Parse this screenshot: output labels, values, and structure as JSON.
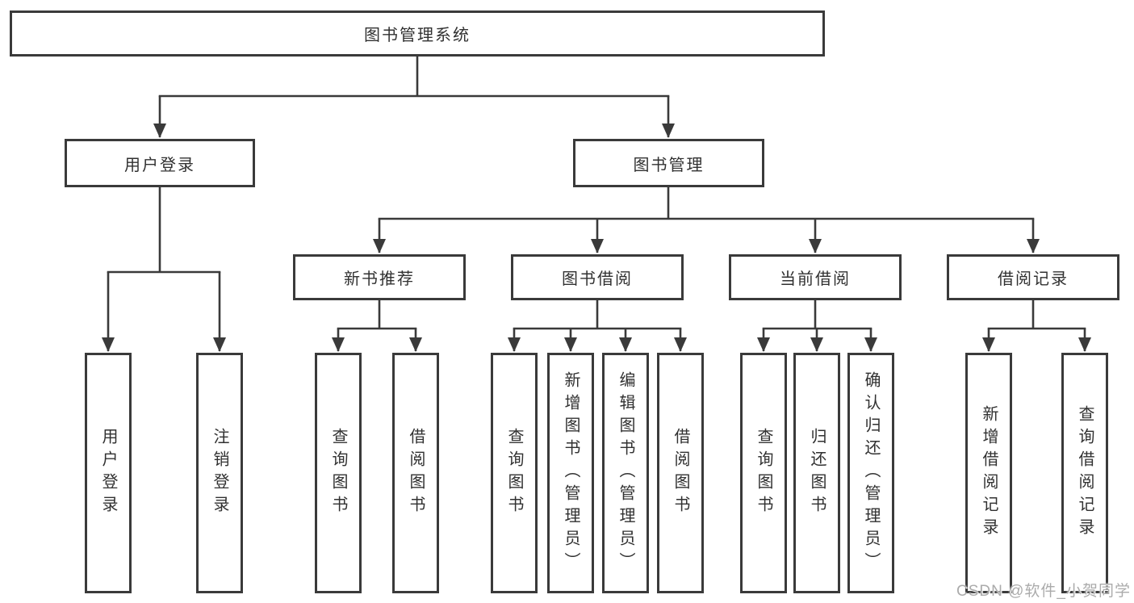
{
  "diagram": {
    "title_node": {
      "label": "图书管理系统"
    },
    "level2": [
      {
        "label": "用户登录"
      },
      {
        "label": "图书管理"
      }
    ],
    "level3": [
      {
        "label": "新书推荐"
      },
      {
        "label": "图书借阅"
      },
      {
        "label": "当前借阅"
      },
      {
        "label": "借阅记录"
      }
    ],
    "leaves": [
      {
        "label": "用户登录"
      },
      {
        "label": "注销登录"
      },
      {
        "label": "查询图书"
      },
      {
        "label": "借阅图书"
      },
      {
        "label": "查询图书"
      },
      {
        "label": "新增图书（管理员）"
      },
      {
        "label": "编辑图书（管理员）"
      },
      {
        "label": "借阅图书"
      },
      {
        "label": "查询图书"
      },
      {
        "label": "归还图书"
      },
      {
        "label": "确认归还（管理员）"
      },
      {
        "label": "新增借阅记录"
      },
      {
        "label": "查询借阅记录"
      }
    ],
    "colors": {
      "line": "#3a3a3a",
      "box_border": "#3a3a3a",
      "text": "#313131",
      "background": "#ffffff",
      "watermark": "#ababab"
    },
    "watermark": "CSDN @软件_小贺同学"
  }
}
